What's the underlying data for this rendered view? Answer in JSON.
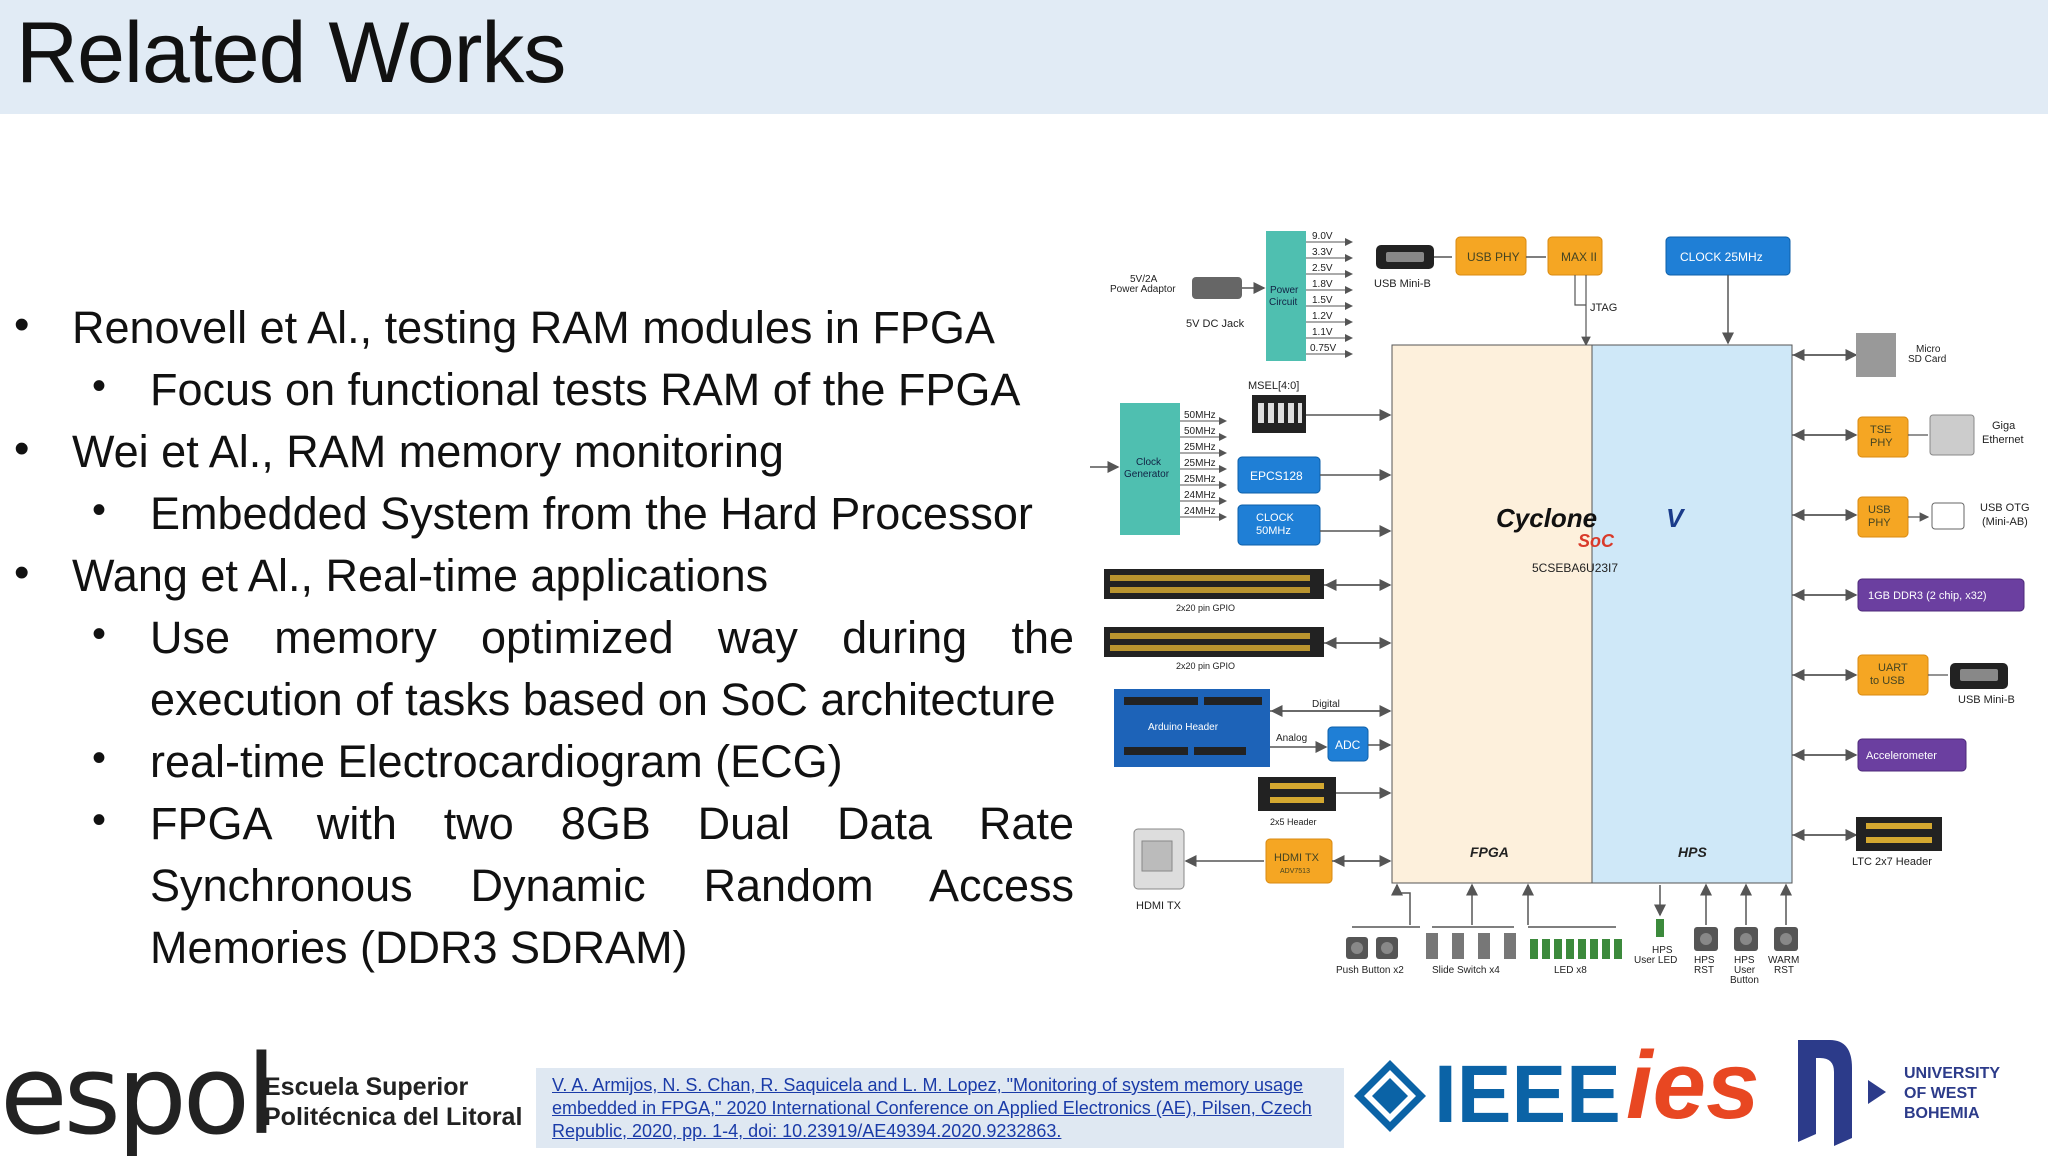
{
  "slide": {
    "title": "Related Works",
    "bullets": [
      {
        "text": "Renovell et Al., testing RAM modules in FPGA",
        "sub": [
          "Focus on functional tests RAM of the FPGA"
        ]
      },
      {
        "text": "Wei et Al., RAM memory monitoring",
        "sub": [
          "Embedded System from the Hard Processor"
        ]
      },
      {
        "text": "Wang et Al., Real-time applications",
        "sub": [
          "Use memory optimized way during the",
          "execution of tasks based on SoC architecture",
          "real-time Electrocardiogram (ECG)",
          "FPGA with two 8GB Dual Data Rate",
          "Synchronous Dynamic Random Access",
          "Memories (DDR3 SDRAM)"
        ]
      }
    ]
  },
  "diagram": {
    "power_adaptor": "5V/2A\nPower Adaptor",
    "dc_jack": "5V DC Jack",
    "power_circuit": "Power\nCircuit",
    "voltages": [
      "9.0V",
      "3.3V",
      "2.5V",
      "1.8V",
      "1.5V",
      "1.2V",
      "1.1V",
      "0.75V"
    ],
    "usb_mini_b_top": "USB Mini-B",
    "usb_phy": "USB PHY",
    "max_ii": "MAX II",
    "clock_25": "CLOCK 25MHz",
    "jtag": "JTAG",
    "msel": "MSEL[4:0]",
    "clock_generator": "Clock\nGenerator",
    "clock_freqs": [
      "50MHz",
      "50MHz",
      "25MHz",
      "25MHz",
      "25MHz",
      "24MHz",
      "24MHz"
    ],
    "epcs128": "EPCS128",
    "clock_50": "CLOCK\n50MHz",
    "gpio_label_1": "2x20 pin GPIO",
    "gpio_label_2": "2x20 pin GPIO",
    "arduino_header": "Arduino Header",
    "digital": "Digital",
    "analog": "Analog",
    "adc": "ADC",
    "header_2x5": "2x5 Header",
    "hdmi_tx_chip": "HDMI TX",
    "hdmi_tx_chip_sub": "ADV7513",
    "hdmi_tx": "HDMI TX",
    "cyclone": "Cyclone",
    "cyclone_v": "V",
    "soc": "SoC",
    "part_no": "5CSEBA6U23I7",
    "fpga": "FPGA",
    "hps": "HPS",
    "micro_sd": "Micro\nSD Card",
    "tse_phy": "TSE\nPHY",
    "giga_ethernet": "Giga\nEthernet",
    "usb_phy_right": "USB\nPHY",
    "usb_otg": "USB OTG\n(Mini-AB)",
    "ddr3": "1GB DDR3 (2 chip, x32)",
    "uart": "UART\nto USB",
    "usb_mini_b_right": "USB Mini-B",
    "accelerometer": "Accelerometer",
    "ltc_header": "LTC 2x7 Header",
    "push_button": "Push Button x2",
    "slide_switch": "Slide Switch x4",
    "led": "LED x8",
    "hps_user_led": "HPS\nUser LED",
    "hps_rst": "HPS\nRST",
    "hps_user_button": "HPS\nUser\nButton",
    "warm_rst": "WARM\nRST"
  },
  "footer": {
    "espol": "espol",
    "school_line1": "Escuela Superior",
    "school_line2": "Politécnica del Litoral",
    "reference": "V. A. Armijos, N. S. Chan, R. Saquicela and L. M. Lopez, \"Monitoring of system memory usage embedded in FPGA,\" 2020 International Conference on Applied Electronics (AE), Pilsen, Czech Republic, 2020, pp. 1-4, doi: 10.23919/AE49394.2020.9232863.",
    "ieee": "IEEE",
    "ies": "ies",
    "uwb_line1": "UNIVERSITY",
    "uwb_line2": "OF WEST BOHEMIA"
  },
  "colors": {
    "header_bg": "#e1ebf5",
    "fpga_fill": "#fdf0dc",
    "hps_fill": "#cfe8f8",
    "orange_box": "#f5a623",
    "blue_box": "#1f7fd6",
    "purple_box": "#6b3fa0",
    "teal_box": "#4fbfb0",
    "link": "#1a3ba8"
  }
}
